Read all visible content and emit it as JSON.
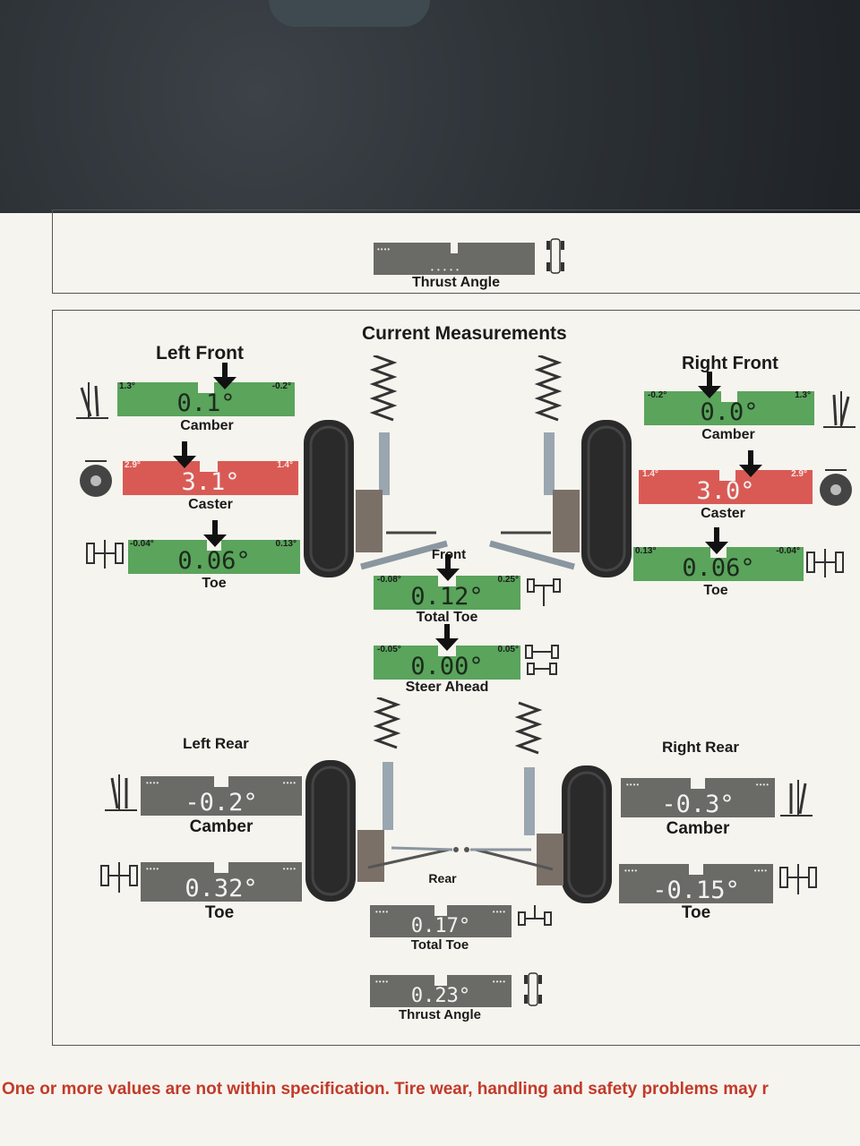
{
  "top_panel": {
    "label": "Thrust Angle"
  },
  "header": {
    "title": "Current Measurements"
  },
  "left_front": {
    "title": "Left Front",
    "camber": {
      "label": "Camber",
      "value": "0.1°",
      "min": "1.3°",
      "max": "-0.2°",
      "status": "green"
    },
    "caster": {
      "label": "Caster",
      "value": "3.1°",
      "min": "2.9°",
      "max": "1.4°",
      "status": "red"
    },
    "toe": {
      "label": "Toe",
      "value": "0.06°",
      "min": "-0.04°",
      "max": "0.13°",
      "status": "green"
    }
  },
  "right_front": {
    "title": "Right Front",
    "camber": {
      "label": "Camber",
      "value": "0.0°",
      "min": "-0.2°",
      "max": "1.3°",
      "status": "green"
    },
    "caster": {
      "label": "Caster",
      "value": "3.0°",
      "min": "1.4°",
      "max": "2.9°",
      "status": "red"
    },
    "toe": {
      "label": "Toe",
      "value": "0.06°",
      "min": "0.13°",
      "max": "-0.04°",
      "status": "green"
    }
  },
  "front": {
    "title": "Front",
    "total_toe": {
      "label": "Total Toe",
      "value": "0.12°",
      "min": "-0.08°",
      "max": "0.25°",
      "status": "green"
    },
    "steer_ahead": {
      "label": "Steer Ahead",
      "value": "0.00°",
      "min": "-0.05°",
      "max": "0.05°",
      "status": "green"
    }
  },
  "left_rear": {
    "title": "Left Rear",
    "camber": {
      "label": "Camber",
      "value": "-0.2°",
      "status": "grey"
    },
    "toe": {
      "label": "Toe",
      "value": "0.32°",
      "status": "grey"
    }
  },
  "right_rear": {
    "title": "Right Rear",
    "camber": {
      "label": "Camber",
      "value": "-0.3°",
      "status": "grey"
    },
    "toe": {
      "label": "Toe",
      "value": "-0.15°",
      "status": "grey"
    }
  },
  "rear": {
    "title": "Rear",
    "total_toe": {
      "label": "Total Toe",
      "value": "0.17°",
      "status": "grey"
    },
    "thrust_angle": {
      "label": "Thrust Angle",
      "value": "0.23°",
      "status": "grey"
    }
  },
  "footer": {
    "warning": "One or more values are not within specification.  Tire wear, handling and safety problems may r"
  },
  "colors": {
    "in_spec": "#5aa45c",
    "out_of_spec": "#d95a55",
    "no_spec": "#6a6a66",
    "warning_text": "#c23a2a"
  },
  "icons": [
    "camber-gauge-icon",
    "caster-wheel-icon",
    "toe-axle-icon",
    "vehicle-outline-icon",
    "front-suspension-illustration",
    "rear-suspension-illustration"
  ]
}
